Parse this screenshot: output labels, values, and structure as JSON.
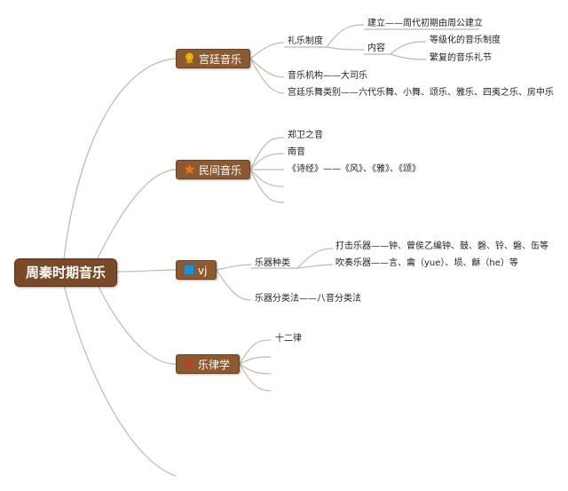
{
  "root": {
    "label": "周秦时期音乐"
  },
  "branches": [
    {
      "label": "宫廷音乐",
      "icon": "ribbon-medal-icon",
      "children": [
        {
          "label": "礼乐制度"
        },
        {
          "label": "建立——周代初期由周公建立"
        },
        {
          "label": "内容"
        },
        {
          "label": "等级化的音乐制度"
        },
        {
          "label": "繁复的音乐礼节"
        },
        {
          "label": "音乐机构——大司乐"
        },
        {
          "label": "宫廷乐舞类别——六代乐舞、小舞、颂乐、雅乐、四夷之乐、房中乐"
        }
      ]
    },
    {
      "label": "民间音乐",
      "icon": "star-icon",
      "children": [
        {
          "label": "郑卫之音"
        },
        {
          "label": "南音"
        },
        {
          "label": "《诗经》——《风》、《雅》、《颂》"
        }
      ]
    },
    {
      "label": "vj",
      "icon": "blue-square-icon",
      "children": [
        {
          "label": "乐器种类"
        },
        {
          "label": "打击乐器——钟、曾侯乙编钟、鼓、磬、铃、磐、缶等"
        },
        {
          "label": "吹奏乐器——言、龠（yue）、埙、龢（he）等"
        },
        {
          "label": "乐器分类法——八音分类法"
        }
      ]
    },
    {
      "label": "乐律学",
      "icon": "x-mark-icon",
      "children": [
        {
          "label": "十二律"
        }
      ]
    }
  ],
  "colors": {
    "root_fill": "#7a4a28",
    "branch_fill": "#8b5a30",
    "line": "#c4b8ae",
    "star": "#e8731f",
    "square": "#1e90d6",
    "xmark": "#c0392b",
    "medal": "#f3c21b"
  }
}
